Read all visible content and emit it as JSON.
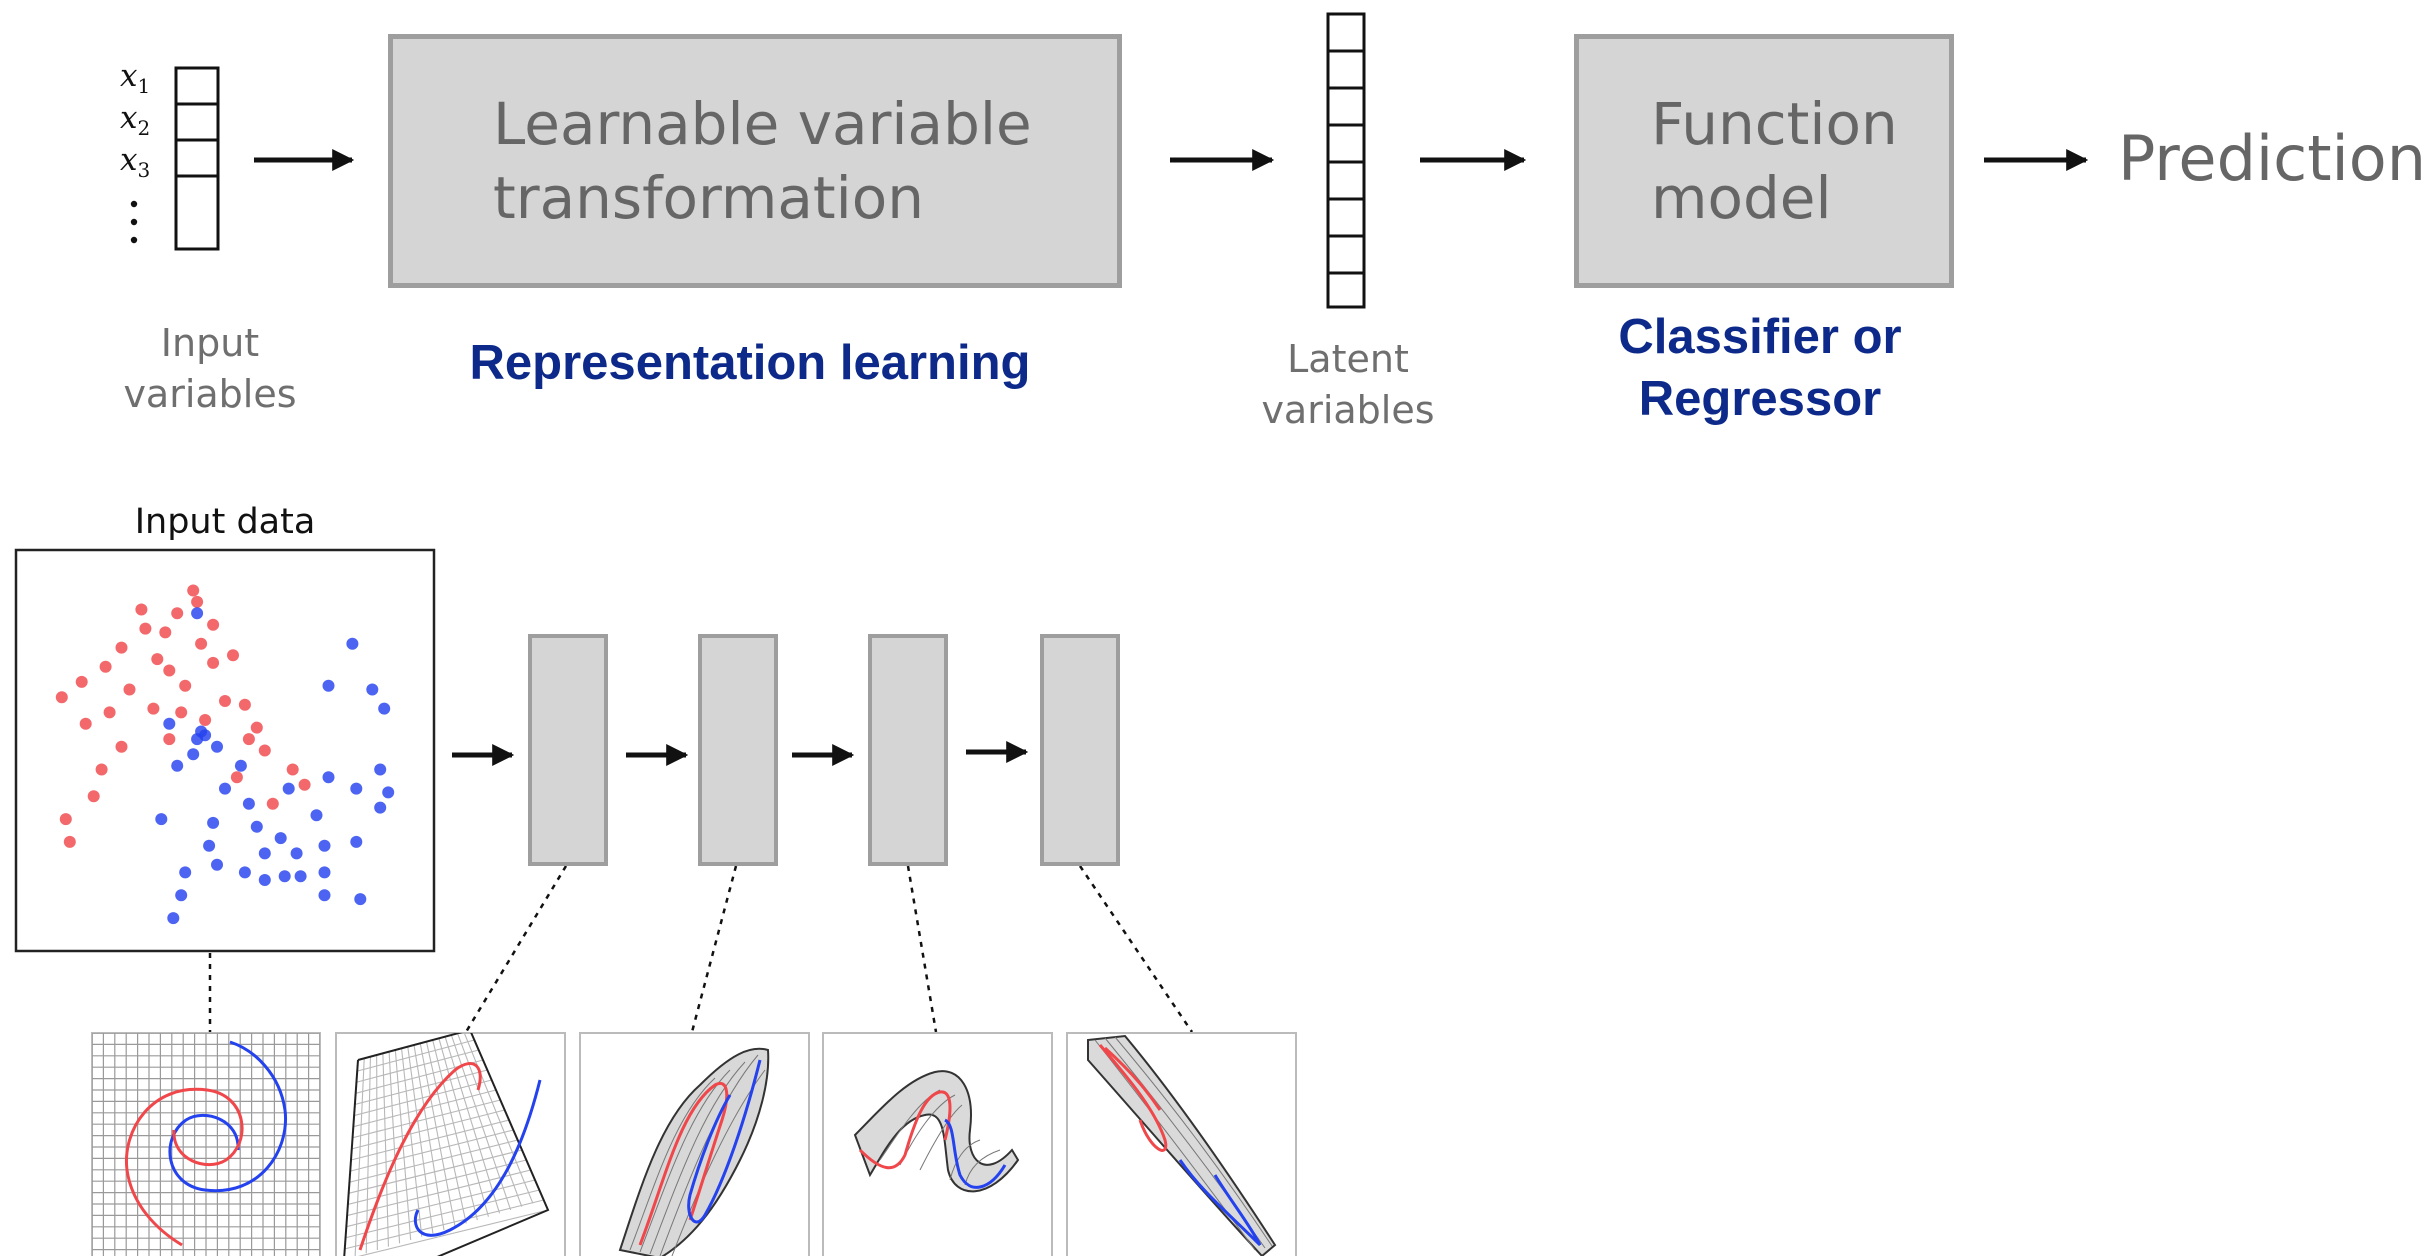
{
  "pipeline": {
    "input_vars": [
      "x",
      "x",
      "x"
    ],
    "input_subs": [
      "1",
      "2",
      "3"
    ],
    "input_caption": "Input\nvariables",
    "transform_box": "Learnable variable\ntransformation",
    "transform_caption": "Representation learning",
    "latent_caption": "Latent\nvariables",
    "function_box": "Function\nmodel",
    "function_caption": "Classifier or\nRegressor",
    "prediction": "Prediction"
  },
  "lower": {
    "input_plot_title": "Input data",
    "layers": 4,
    "transform_panels": 5
  },
  "colors": {
    "box_fill": "#d5d5d5",
    "box_border": "#9e9e9e",
    "text_gray": "#666666",
    "accent_blue": "#0d2a8a",
    "class_red": "#f0474b",
    "class_blue": "#2442ee"
  },
  "scatter_data": {
    "type": "scatter",
    "title": "Input data",
    "series": [
      {
        "color": "#f0474b",
        "points": [
          [
            0.42,
            0.08
          ],
          [
            0.38,
            0.14
          ],
          [
            0.47,
            0.17
          ],
          [
            0.35,
            0.19
          ],
          [
            0.29,
            0.13
          ],
          [
            0.24,
            0.23
          ],
          [
            0.2,
            0.28
          ],
          [
            0.33,
            0.26
          ],
          [
            0.44,
            0.22
          ],
          [
            0.52,
            0.25
          ],
          [
            0.14,
            0.32
          ],
          [
            0.15,
            0.43
          ],
          [
            0.21,
            0.4
          ],
          [
            0.26,
            0.34
          ],
          [
            0.32,
            0.39
          ],
          [
            0.36,
            0.47
          ],
          [
            0.45,
            0.42
          ],
          [
            0.5,
            0.37
          ],
          [
            0.56,
            0.47
          ],
          [
            0.53,
            0.57
          ],
          [
            0.6,
            0.5
          ],
          [
            0.67,
            0.55
          ],
          [
            0.62,
            0.64
          ],
          [
            0.7,
            0.59
          ],
          [
            0.24,
            0.49
          ],
          [
            0.19,
            0.55
          ],
          [
            0.17,
            0.62
          ],
          [
            0.1,
            0.68
          ],
          [
            0.11,
            0.74
          ],
          [
            0.36,
            0.29
          ],
          [
            0.4,
            0.33
          ],
          [
            0.55,
            0.38
          ],
          [
            0.58,
            0.44
          ],
          [
            0.3,
            0.18
          ],
          [
            0.43,
            0.11
          ],
          [
            0.47,
            0.27
          ],
          [
            0.09,
            0.36
          ],
          [
            0.39,
            0.4
          ]
        ]
      },
      {
        "color": "#2442ee",
        "points": [
          [
            0.43,
            0.14
          ],
          [
            0.82,
            0.22
          ],
          [
            0.76,
            0.33
          ],
          [
            0.87,
            0.34
          ],
          [
            0.9,
            0.39
          ],
          [
            0.36,
            0.43
          ],
          [
            0.44,
            0.45
          ],
          [
            0.48,
            0.49
          ],
          [
            0.42,
            0.51
          ],
          [
            0.54,
            0.54
          ],
          [
            0.5,
            0.6
          ],
          [
            0.56,
            0.64
          ],
          [
            0.38,
            0.54
          ],
          [
            0.89,
            0.55
          ],
          [
            0.91,
            0.61
          ],
          [
            0.83,
            0.6
          ],
          [
            0.76,
            0.57
          ],
          [
            0.66,
            0.6
          ],
          [
            0.73,
            0.67
          ],
          [
            0.89,
            0.65
          ],
          [
            0.34,
            0.68
          ],
          [
            0.47,
            0.69
          ],
          [
            0.46,
            0.75
          ],
          [
            0.58,
            0.7
          ],
          [
            0.6,
            0.77
          ],
          [
            0.64,
            0.73
          ],
          [
            0.68,
            0.77
          ],
          [
            0.75,
            0.75
          ],
          [
            0.83,
            0.74
          ],
          [
            0.48,
            0.8
          ],
          [
            0.55,
            0.82
          ],
          [
            0.6,
            0.84
          ],
          [
            0.65,
            0.83
          ],
          [
            0.69,
            0.83
          ],
          [
            0.75,
            0.82
          ],
          [
            0.4,
            0.82
          ],
          [
            0.39,
            0.88
          ],
          [
            0.75,
            0.88
          ],
          [
            0.84,
            0.89
          ],
          [
            0.37,
            0.94
          ],
          [
            0.43,
            0.47
          ],
          [
            0.45,
            0.46
          ]
        ]
      }
    ]
  }
}
